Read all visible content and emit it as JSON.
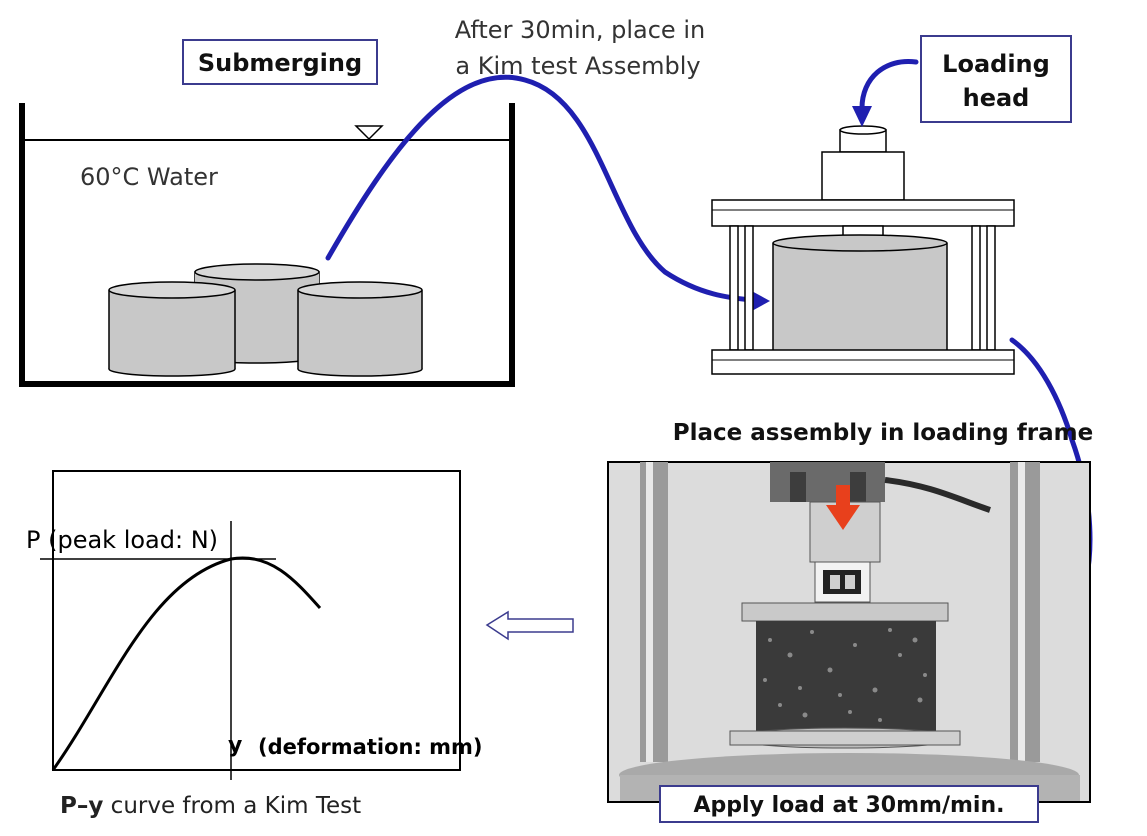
{
  "labels": {
    "submerging": "Submerging",
    "transfer_line1": "After 30min, place in",
    "transfer_line2": "a Kim test Assembly",
    "loading_head_line1": "Loading",
    "loading_head_line2": "head",
    "water": "60°C Water",
    "place_frame": "Place assembly in loading frame",
    "apply_load": "Apply load at 30mm/min.",
    "peak_load": "P (peak load: N)",
    "y_symbol": "y",
    "deformation": "(deformation: mm)",
    "curve_caption_bold": "P–y",
    "curve_caption_rest": " curve from a Kim Test"
  },
  "colors": {
    "arrow_blue": "#1f1fb0",
    "specimen_gray": "#c8c8c8",
    "box_border": "#3b3b8e",
    "red_arrow": "#e8401c"
  }
}
